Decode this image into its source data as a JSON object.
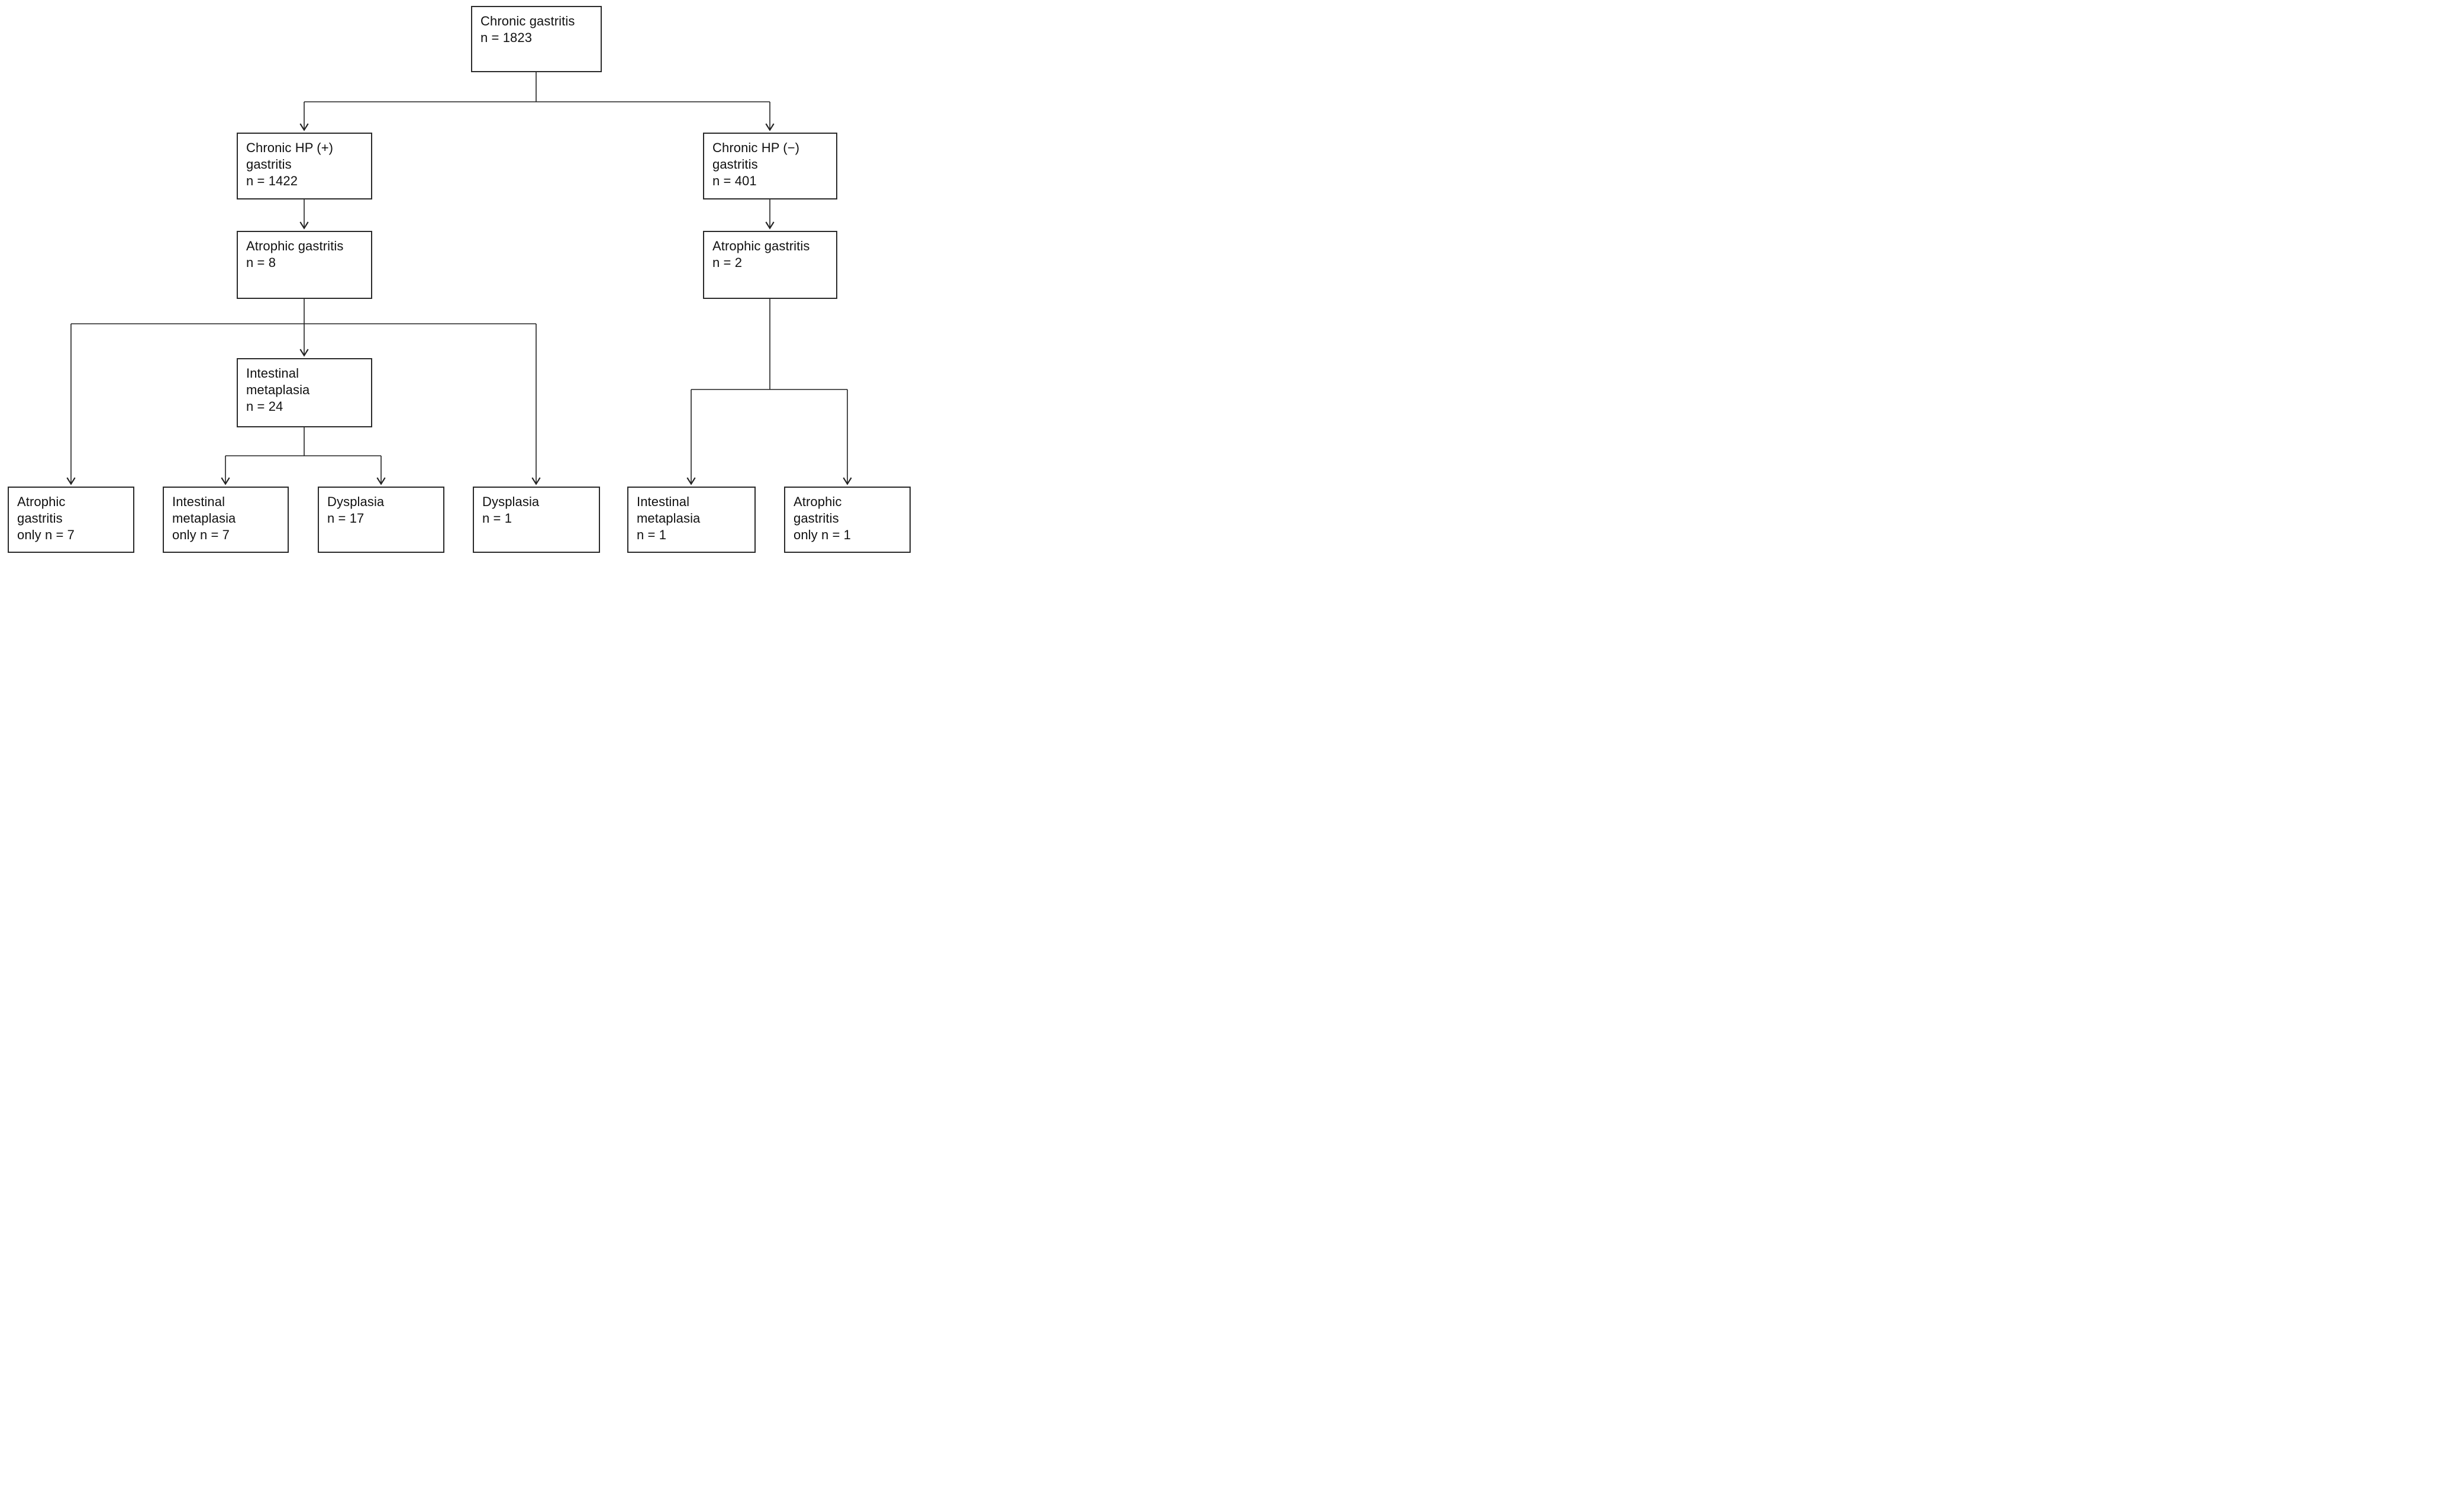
{
  "diagram": {
    "type": "flowchart",
    "topic": "Chronic gastritis cohort breakdown by Helicobacter pylori status"
  },
  "colors": {
    "background": "#ffffff",
    "ink": "#111111",
    "box_border": "#2a2a2a",
    "line": "#222222"
  },
  "nodes": {
    "chronic_gastritis": {
      "text": "Chronic gastritis\nn = 1823"
    },
    "chronic_hp_pos": {
      "text": "Chronic HP (+)\ngastritis\nn = 1422"
    },
    "chronic_hp_neg": {
      "text": "Chronic HP (−)\ngastritis\nn = 401"
    },
    "atrophic_gastritis_hp_pos": {
      "text": "Atrophic gastritis\nn = 8"
    },
    "atrophic_gastritis_hp_neg": {
      "text": "Atrophic gastritis\nn = 2"
    },
    "intestinal_metaplasia_hp_pos": {
      "text": "Intestinal\nmetaplasia\nn = 24"
    },
    "atrophic_gastritis_only_hp_pos": {
      "text": "Atrophic\ngastritis\nonly n = 7"
    },
    "intestinal_metaplasia_only_hp_pos": {
      "text": "Intestinal\nmetaplasia\nonly n = 7"
    },
    "dysplasia_im_hp_pos": {
      "text": "Dysplasia\nn = 17"
    },
    "dysplasia_hp_pos": {
      "text": "Dysplasia\nn = 1"
    },
    "intestinal_metaplasia_hp_neg": {
      "text": "Intestinal\nmetaplasia\nn = 1"
    },
    "atrophic_gastritis_only_hp_neg": {
      "text": "Atrophic\ngastritis\nonly n = 1"
    }
  },
  "edges": [
    {
      "from": "chronic_gastritis",
      "to": "chronic_hp_pos"
    },
    {
      "from": "chronic_gastritis",
      "to": "chronic_hp_neg"
    },
    {
      "from": "chronic_hp_pos",
      "to": "atrophic_gastritis_hp_pos"
    },
    {
      "from": "chronic_hp_neg",
      "to": "atrophic_gastritis_hp_neg"
    },
    {
      "from": "atrophic_gastritis_hp_pos",
      "to": "atrophic_gastritis_only_hp_pos"
    },
    {
      "from": "atrophic_gastritis_hp_pos",
      "to": "intestinal_metaplasia_hp_pos"
    },
    {
      "from": "atrophic_gastritis_hp_pos",
      "to": "dysplasia_hp_pos"
    },
    {
      "from": "intestinal_metaplasia_hp_pos",
      "to": "intestinal_metaplasia_only_hp_pos"
    },
    {
      "from": "intestinal_metaplasia_hp_pos",
      "to": "dysplasia_im_hp_pos"
    },
    {
      "from": "atrophic_gastritis_hp_neg",
      "to": "intestinal_metaplasia_hp_neg"
    },
    {
      "from": "atrophic_gastritis_hp_neg",
      "to": "atrophic_gastritis_only_hp_neg"
    }
  ]
}
